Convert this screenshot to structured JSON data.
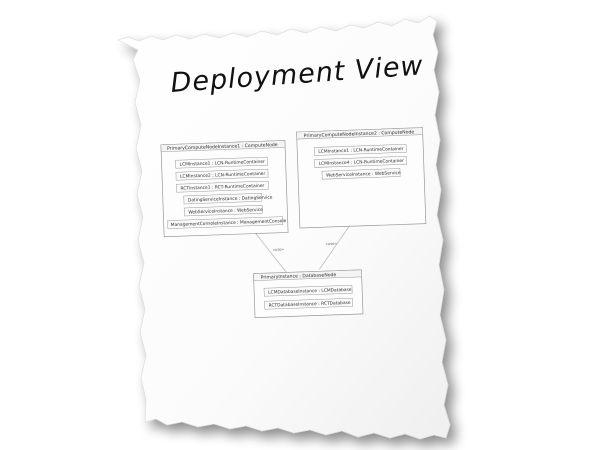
{
  "page": {
    "title": "Deployment View"
  },
  "diagram": {
    "nodes": [
      {
        "id": "node-1",
        "title": "PrimaryComputeNodeInstance1 : ComputeNode",
        "instances": [
          "LCMInstance1 : LCN-RuntimeContainer",
          "LCMInstance2 : LCN-RuntimeContainer",
          "RCTInstance1 : RCT-RuntimeContainer",
          "DatingServiceInstance : DatingService",
          "WebServiceInstance : WebService",
          "ManagementConsoleInstance : ManagementConsole"
        ]
      },
      {
        "id": "node-2",
        "title": "PrimaryComputeNodeInstance2 : ComputeNode",
        "instances": [
          "LCMInstance1 : LCN-RuntimeContainer",
          "LCMInstance4 : LCN-RuntimeContainer",
          "WebServiceInstance : WebService"
        ]
      },
      {
        "id": "node-db",
        "title": "PrimaryInstance : DatabaseNode",
        "instances": [
          "LCMDatabaseInstance : LCMDatabase",
          "RCTDatabaseInstance : RCTDatabase"
        ]
      }
    ],
    "edges": [
      {
        "from": "node-1",
        "to": "node-db",
        "label": "«use»"
      },
      {
        "from": "node-2",
        "to": "node-db",
        "label": "«use»"
      }
    ]
  }
}
